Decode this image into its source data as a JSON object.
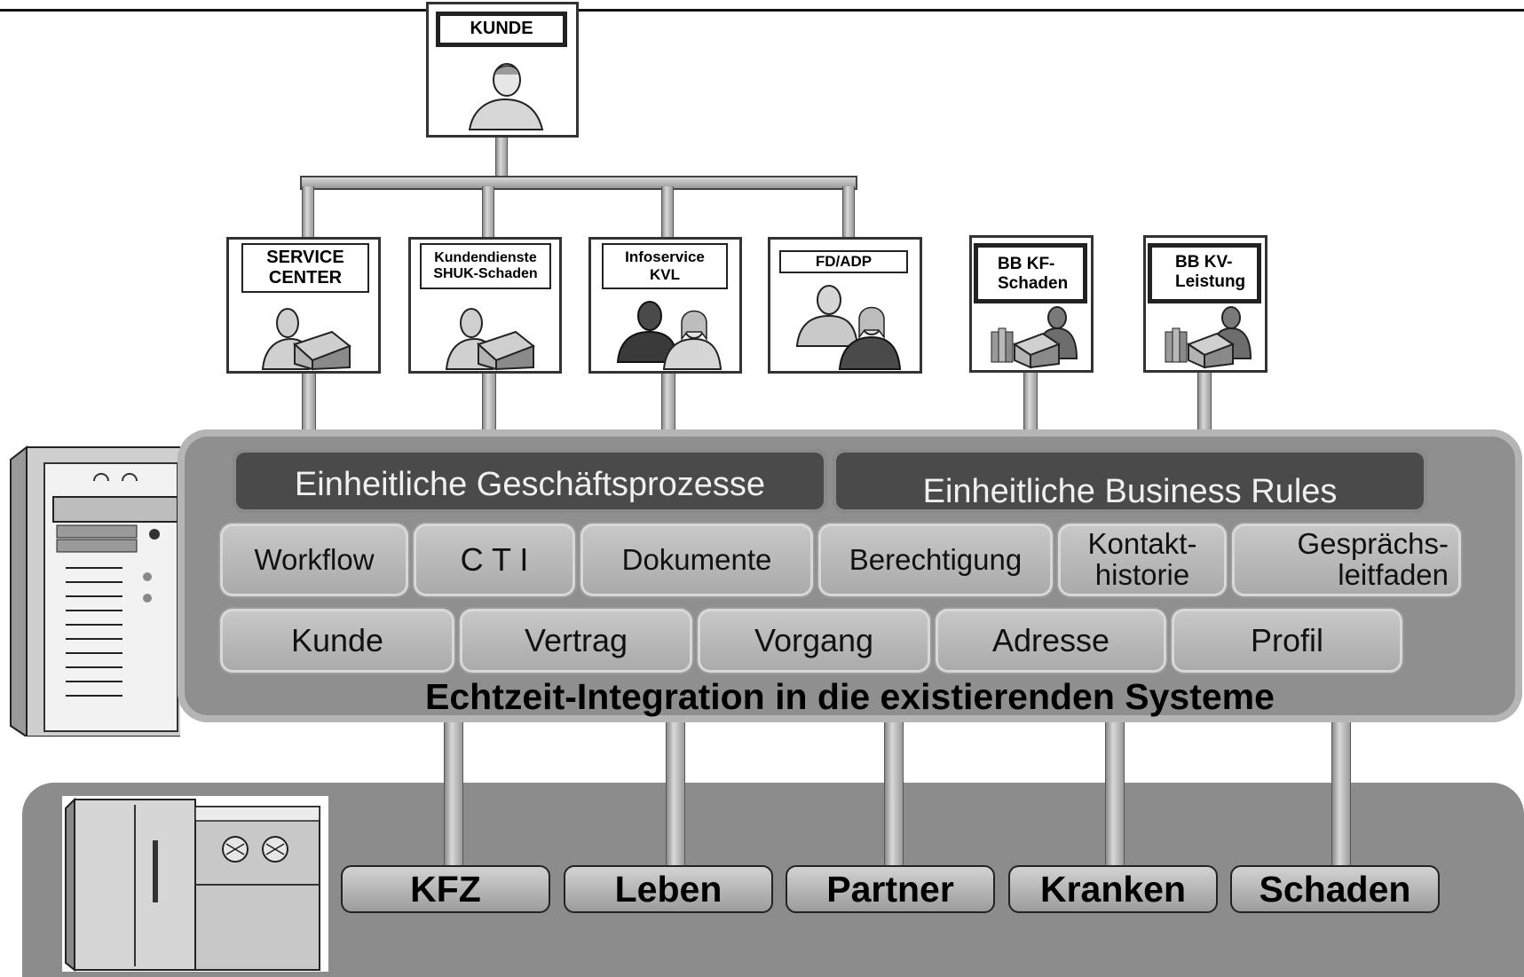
{
  "customer": {
    "label": "KUNDE"
  },
  "roles": [
    {
      "label": "SERVICE\nCENTER",
      "figure": "agent-headset-icon"
    },
    {
      "label": "Kundendienste\nSHUK-Schaden",
      "figure": "agent-headset-icon"
    },
    {
      "label": "Infoservice\nKVL",
      "figure": "two-people-icon"
    },
    {
      "label": "FD/ADP",
      "figure": "two-people-icon"
    },
    {
      "label": "BB KF-\nSchaden",
      "figure": "back-office-icon"
    },
    {
      "label": "BB KV-\nLeistung",
      "figure": "back-office-icon"
    }
  ],
  "platform": {
    "processes": "Einheitliche Geschäftsprozesse",
    "rules": "Einheitliche Business Rules",
    "services": [
      "Workflow",
      "C T I",
      "Dokumente",
      "Berechtigung",
      "Kontakt-\nhistorie",
      "Gesprächs-\nleitfaden"
    ],
    "entities": [
      "Kunde",
      "Vertrag",
      "Vorgang",
      "Adresse",
      "Profil"
    ],
    "integration": "Echtzeit-Integration in die existierenden Systeme"
  },
  "systems": [
    "KFZ",
    "Leben",
    "Partner",
    "Kranken",
    "Schaden"
  ],
  "icons": {
    "server": "server-tower-icon",
    "mainframe": "mainframe-icon"
  }
}
